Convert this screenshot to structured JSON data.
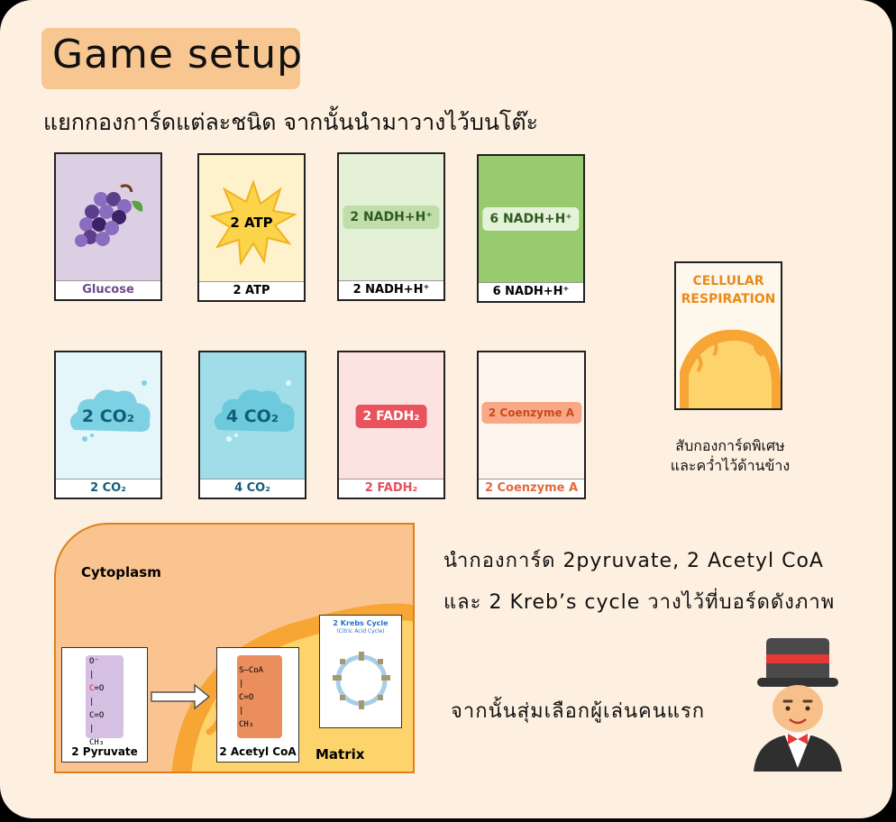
{
  "title": "Game setup",
  "subtitle": "แยกกองการ์ดแต่ละชนิด จากนั้นนำมาวางไว้บนโต๊ะ",
  "cards": [
    {
      "caption": "Glucose",
      "color": "#dccfe3",
      "caption_color": "#6c4a8a"
    },
    {
      "caption": "2 ATP",
      "label": "2 ATP",
      "color": "#fef2cc"
    },
    {
      "caption": "2 NADH+H⁺",
      "label": "2 NADH+H⁺",
      "color": "#e4f1d6"
    },
    {
      "caption": "6 NADH+H⁺",
      "label": "6 NADH+H⁺",
      "color": "#98ca70"
    },
    {
      "caption": "2 CO₂",
      "label": "2 CO₂",
      "color": "#e5f6fb"
    },
    {
      "caption": "4 CO₂",
      "label": "4 CO₂",
      "color": "#9fdde8"
    },
    {
      "caption": "2 FADH₂",
      "label": "2 FADH₂",
      "color": "#fde2e2",
      "caption_color": "#e45060"
    },
    {
      "caption": "2 Coenzyme A",
      "label": "2 Coenzyme A",
      "color": "#fdf4ec",
      "caption_color": "#e6693b"
    }
  ],
  "special_card": {
    "title_line1": "CELLULAR",
    "title_line2": "RESPIRATION",
    "note_line1": "สับกองการ์ดพิเศษ",
    "note_line2": "และคว่ำไว้ด้านข้าง"
  },
  "board": {
    "cytoplasm_label": "Cytoplasm",
    "matrix_label": "Matrix",
    "pyruvate_label": "2 Pyruvate",
    "acetyl_label": "2 Acetyl CoA",
    "krebs_title": "2 Krebs Cycle",
    "krebs_subtitle": "(Citric Acid Cycle)"
  },
  "instructions": {
    "line1": "นำกองการ์ด 2pyruvate, 2 Acetyl CoA",
    "line2": "และ 2 Kreb’s cycle วางไว้ที่บอร์ดดังภาพ",
    "line3": "จากนั้นสุ่มเลือกผู้เล่นคนแรก"
  }
}
